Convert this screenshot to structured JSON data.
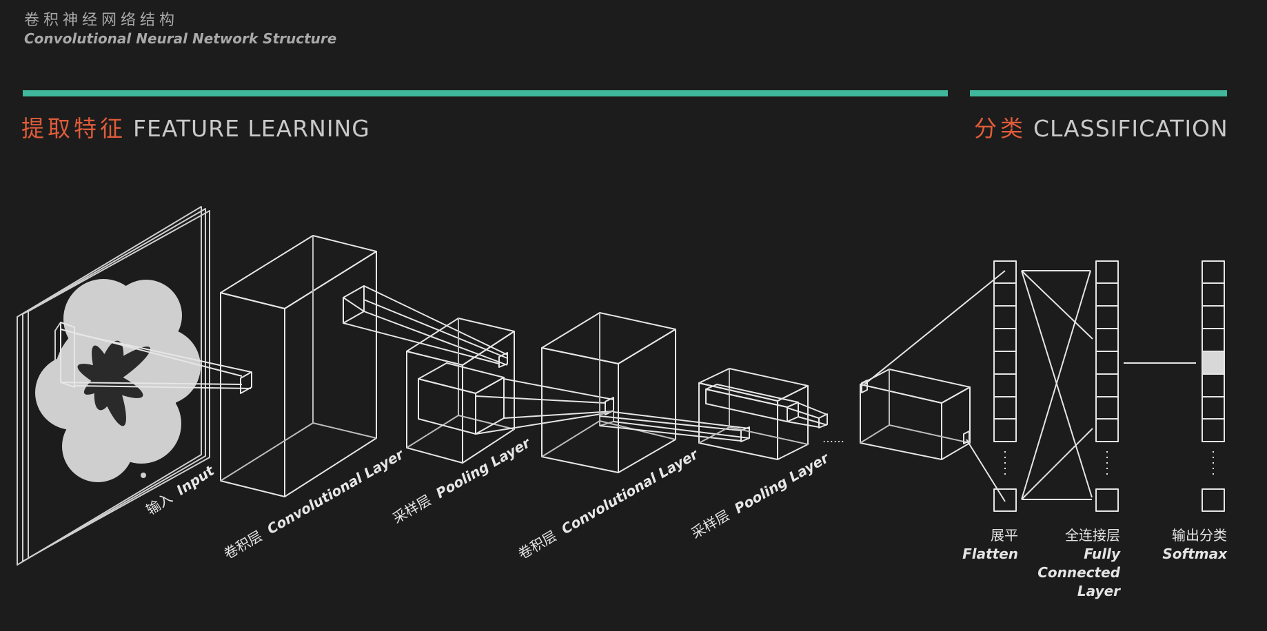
{
  "title": {
    "zh": "卷积神经网络结构",
    "en": "Convolutional Neural Network Structure"
  },
  "sections": {
    "feature": {
      "zh": "提取特征",
      "en": "FEATURE LEARNING"
    },
    "classification": {
      "zh": "分类",
      "en": "CLASSIFICATION"
    }
  },
  "layers": {
    "input": {
      "zh": "输入",
      "en": "Input"
    },
    "conv1": {
      "zh": "卷积层",
      "en": "Convolutional Layer"
    },
    "pool1": {
      "zh": "采样层",
      "en": "Pooling Layer"
    },
    "conv2": {
      "zh": "卷积层",
      "en": "Convolutional Layer"
    },
    "pool2": {
      "zh": "采样层",
      "en": "Pooling Layer"
    }
  },
  "ellipsis": "……",
  "classifier": {
    "flatten": {
      "zh": "展平",
      "en": "Flatten"
    },
    "fc": {
      "zh": "全连接层",
      "en": "Fully Connected Layer"
    },
    "softmax": {
      "zh": "输出分类",
      "en": "Softmax"
    }
  },
  "colors": {
    "accent_bar": "#3fb89c",
    "section_zh": "#e05c3a",
    "line": "#e6e6e6",
    "background": "#1c1c1c"
  }
}
